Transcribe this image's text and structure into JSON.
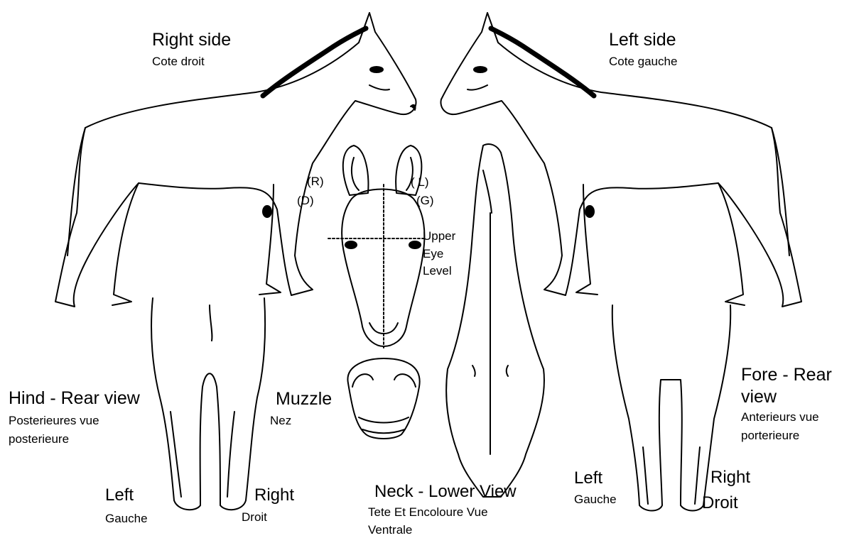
{
  "views": {
    "right_side": {
      "title": "Right side",
      "subtitle": "Cote droit"
    },
    "left_side": {
      "title": "Left side",
      "subtitle": "Cote gauche"
    },
    "head": {
      "right_en": "(R)",
      "right_fr": "(D)",
      "left_en": "( L)",
      "left_fr": "(G)",
      "eye_line_1": "Upper",
      "eye_line_2": "Eye",
      "eye_line_3": "Level"
    },
    "muzzle": {
      "title": "Muzzle",
      "subtitle": "Nez"
    },
    "hind_rear": {
      "title": "Hind - Rear view",
      "subtitle_1": "Posterieures vue",
      "subtitle_2": "posterieure",
      "left_en": "Left",
      "left_fr": "Gauche",
      "right_en": "Right",
      "right_fr": "Droit"
    },
    "neck": {
      "title": "Neck - Lower View",
      "subtitle_1": "Tete Et Encoloure Vue",
      "subtitle_2": "Ventrale"
    },
    "fore_rear": {
      "title_1": "Fore - Rear",
      "title_2": "view",
      "subtitle_1": "Anterieurs vue",
      "subtitle_2": "porterieure",
      "left_en": "Left",
      "left_fr": "Gauche",
      "right_en": "Right",
      "right_fr": "Droit"
    }
  }
}
